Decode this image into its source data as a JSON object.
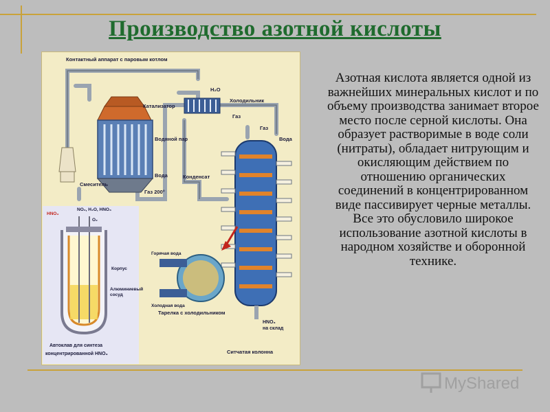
{
  "slide": {
    "title": "Производство азотной кислоты",
    "body": "Азотная кислота является одной из важнейших минеральных кислот и по объему производства занимает второе место после серной кислоты. Она образует растворимые в воде соли (нитраты), обладает нитрующим и окисляющим действием по отношению органических соединений в концентрированном виде пассивирует черные металлы. Все это обусловило широкое использование азотной кислоты в народном хозяйстве и оборонной технике."
  },
  "diagram": {
    "labels": {
      "contact_apparatus": "Контактный аппарат с паровым котлом",
      "catalyst": "Катализатор",
      "steam": "Водяной пар",
      "water_in": "Вода",
      "mixer": "Смеситель",
      "gas200": "Газ 200°",
      "water_out": "H₂O",
      "cooler": "Холодильник",
      "gas_left": "Газ",
      "gas_top": "Газ",
      "water_col": "Вода",
      "condensate": "Конденсат",
      "hot_water": "Горячая вода",
      "cold_water": "Холодная вода",
      "tray": "Тарелка с холодильником",
      "column": "Ситчатая колонна",
      "hno3_store_1": "HNO₃",
      "hno3_store_2": "на склад",
      "hno3_weak": "HNO₃",
      "gases_in": "NO₂, H₂O, HNO₃",
      "o2": "O₂",
      "body_label": "Корпус",
      "vessel_1": "Алюминиевый",
      "vessel_2": "сосуд",
      "autoclave_1": "Автоклав для синтеза",
      "autoclave_2": "концентрированной HNO₃"
    }
  },
  "watermark": {
    "text": "MyShared"
  },
  "colors": {
    "title": "#1f6b2e",
    "rule": "#c9a23a",
    "background": "#bdbdbd",
    "panel": "#f3ecc6"
  }
}
